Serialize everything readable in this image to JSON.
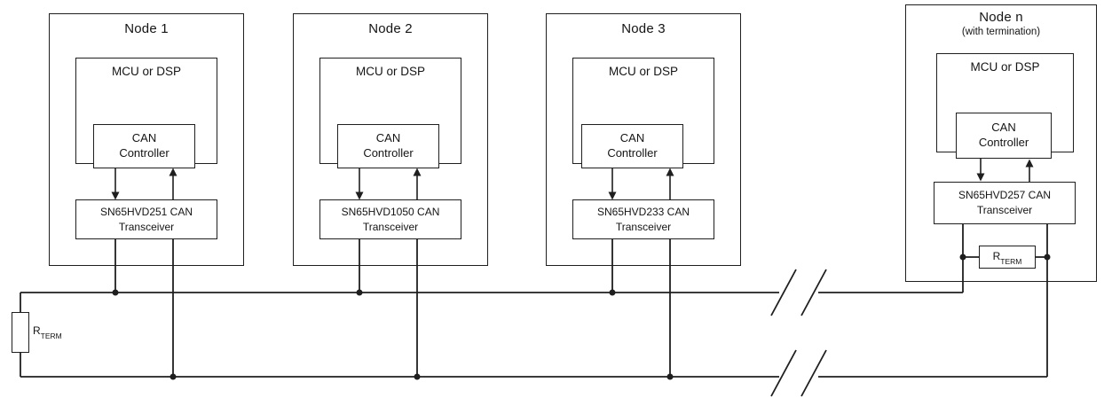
{
  "nodes": [
    {
      "title": "Node 1",
      "mcu_label": "MCU or DSP",
      "controller_lines": [
        "CAN",
        "Controller"
      ],
      "transceiver_lines": [
        "SN65HVD251 CAN",
        "Transceiver"
      ]
    },
    {
      "title": "Node 2",
      "mcu_label": "MCU or DSP",
      "controller_lines": [
        "CAN",
        "Controller"
      ],
      "transceiver_lines": [
        "SN65HVD1050 CAN",
        "Transceiver"
      ]
    },
    {
      "title": "Node 3",
      "mcu_label": "MCU or DSP",
      "controller_lines": [
        "CAN",
        "Controller"
      ],
      "transceiver_lines": [
        "SN65HVD233 CAN",
        "Transceiver"
      ]
    },
    {
      "title": "Node n",
      "subtitle": "(with termination)",
      "mcu_label": "MCU or DSP",
      "controller_lines": [
        "CAN",
        "Controller"
      ],
      "transceiver_lines": [
        "SN65HVD257 CAN",
        "Transceiver"
      ]
    }
  ],
  "resistor": {
    "main": "R",
    "sub": "TERM"
  },
  "colors": {
    "line": "#1f1f1f",
    "background": "#ffffff"
  }
}
